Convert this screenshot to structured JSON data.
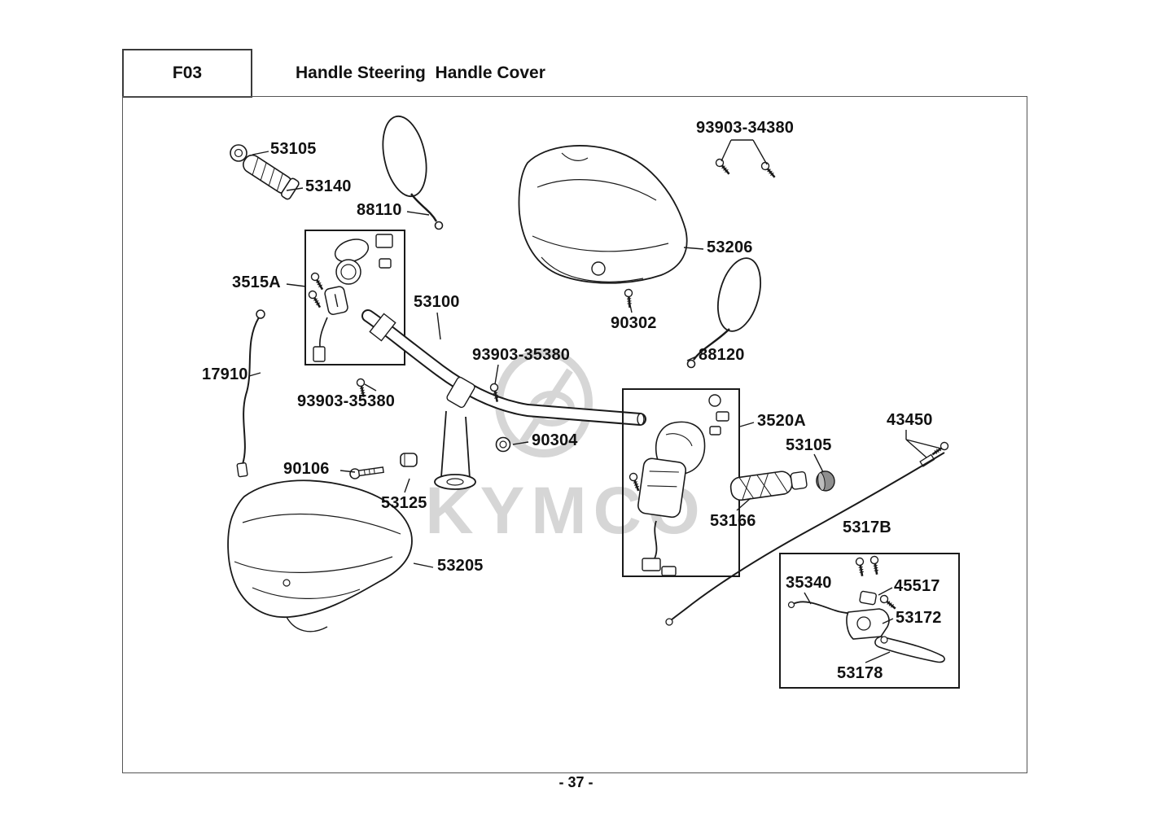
{
  "header": {
    "code": "F03",
    "title": "Handle Steering  Handle Cover"
  },
  "footer": {
    "page_number": "- 37 -"
  },
  "watermark": {
    "brand": "KYMCO"
  },
  "part_labels": [
    {
      "id": "53105-left",
      "text": "53105"
    },
    {
      "id": "53140",
      "text": "53140"
    },
    {
      "id": "88110",
      "text": "88110"
    },
    {
      "id": "93903-34380",
      "text": "93903-34380"
    },
    {
      "id": "53206",
      "text": "53206"
    },
    {
      "id": "3515A",
      "text": "3515A"
    },
    {
      "id": "53100",
      "text": "53100"
    },
    {
      "id": "90302",
      "text": "90302"
    },
    {
      "id": "93903-35380-upper",
      "text": "93903-35380"
    },
    {
      "id": "88120",
      "text": "88120"
    },
    {
      "id": "17910",
      "text": "17910"
    },
    {
      "id": "93903-35380-lower",
      "text": "93903-35380"
    },
    {
      "id": "3520A",
      "text": "3520A"
    },
    {
      "id": "43450",
      "text": "43450"
    },
    {
      "id": "90304",
      "text": "90304"
    },
    {
      "id": "53105-right",
      "text": "53105"
    },
    {
      "id": "90106",
      "text": "90106"
    },
    {
      "id": "53125",
      "text": "53125"
    },
    {
      "id": "53166",
      "text": "53166"
    },
    {
      "id": "5317B",
      "text": "5317B"
    },
    {
      "id": "53205",
      "text": "53205"
    },
    {
      "id": "35340",
      "text": "35340"
    },
    {
      "id": "45517",
      "text": "45517"
    },
    {
      "id": "53172",
      "text": "53172"
    },
    {
      "id": "53178",
      "text": "53178"
    }
  ],
  "colors": {
    "line": "#1a1a1a",
    "watermark": "#c5c5c5"
  }
}
